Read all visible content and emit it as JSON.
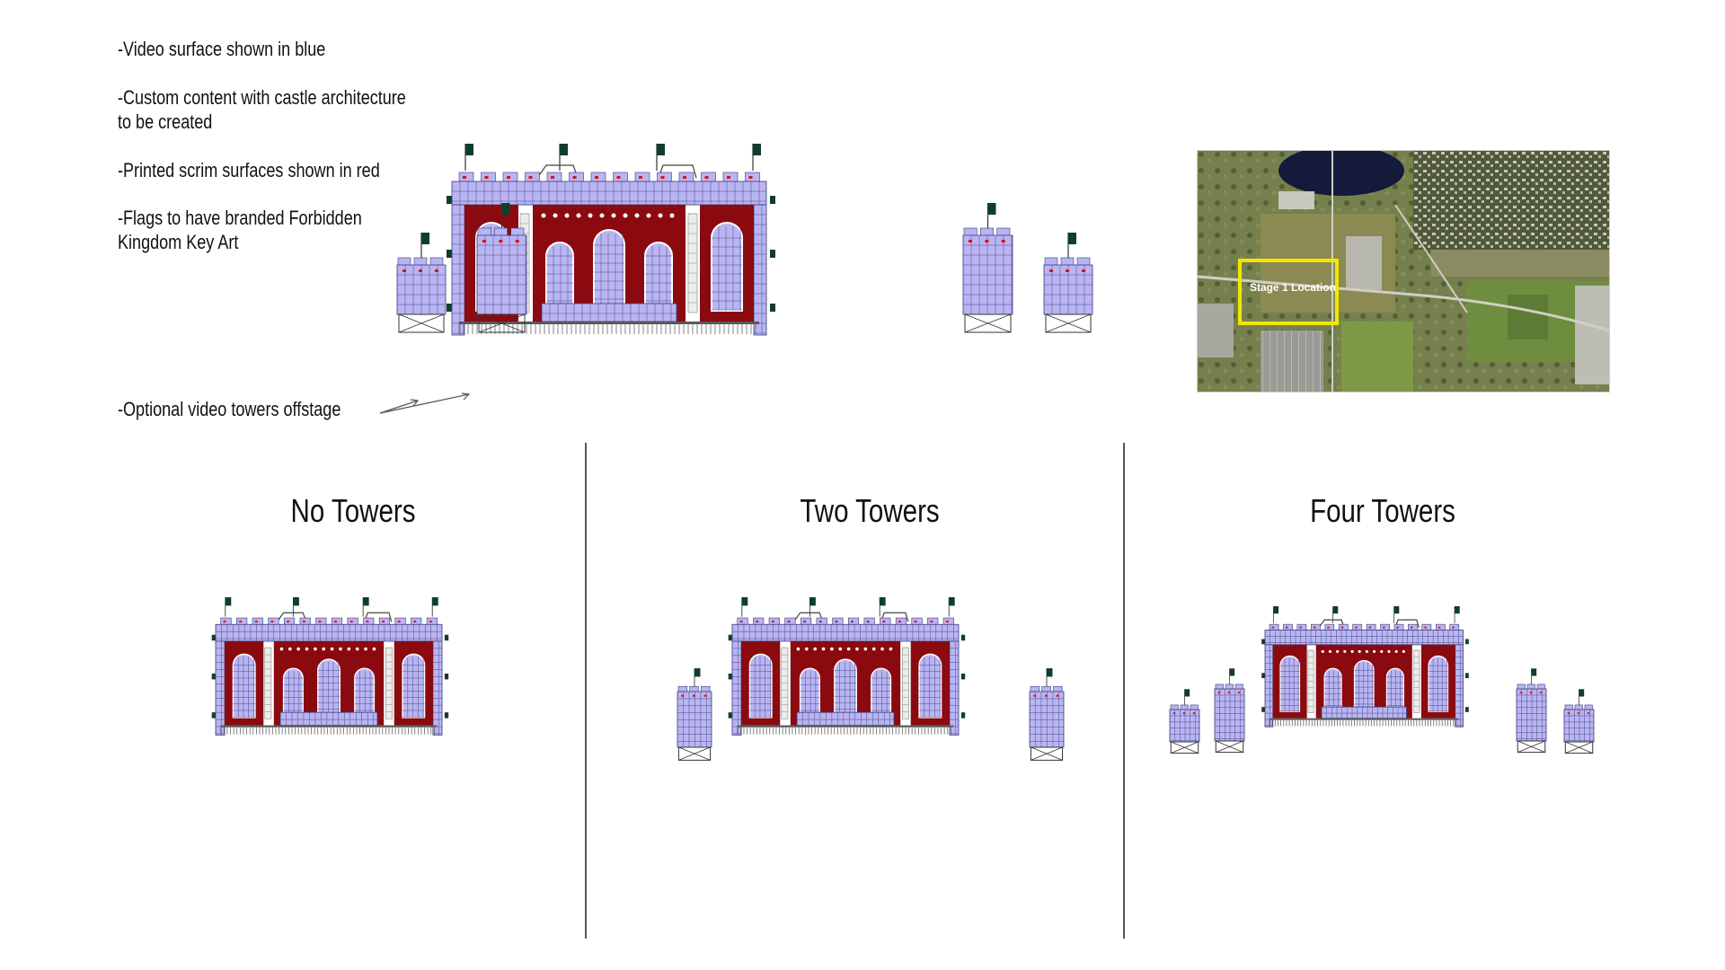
{
  "notes": {
    "video_surface": "-Video surface shown in blue",
    "custom_content": "-Custom content with castle architecture\nto be created",
    "printed_scrim": "-Printed scrim surfaces shown in red",
    "flags": "-Flags to have branded Forbidden\nKingdom Key Art",
    "optional_towers": "-Optional video towers offstage"
  },
  "map": {
    "label": "Stage 1 Location",
    "highlight_color": "#f2e600"
  },
  "variants": {
    "no_towers": "No Towers",
    "two_towers": "Two Towers",
    "four_towers": "Four Towers"
  },
  "colors": {
    "video": "#b9b5f2",
    "scrim": "#8b0a10",
    "flag": "#0f3f2a",
    "structure": "#666666"
  }
}
